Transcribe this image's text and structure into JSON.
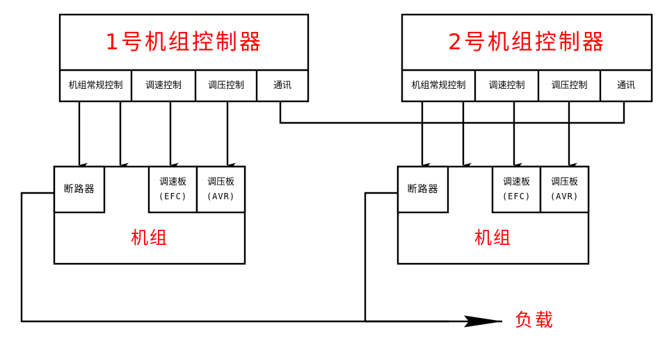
{
  "diagram": {
    "title_text": "",
    "colors": {
      "accent_red": "#ff0000",
      "line_black": "#000000",
      "background": "#ffffff"
    },
    "controllers": [
      {
        "id": "controller-1",
        "title": "1号机组控制器",
        "cells": [
          {
            "label": "机组常规控制"
          },
          {
            "label": "调速控制"
          },
          {
            "label": "调压控制"
          },
          {
            "label": "通讯"
          }
        ]
      },
      {
        "id": "controller-2",
        "title": "2号机组控制器",
        "cells": [
          {
            "label": "机组常规控制"
          },
          {
            "label": "调速控制"
          },
          {
            "label": "调压控制"
          },
          {
            "label": "通讯"
          }
        ]
      }
    ],
    "units": [
      {
        "id": "unit-1",
        "name": "机组",
        "breaker": "断路器",
        "boards": [
          {
            "name": "调速板",
            "code": "(EFC)"
          },
          {
            "name": "调压板",
            "code": "(AVR)"
          }
        ]
      },
      {
        "id": "unit-2",
        "name": "机组",
        "breaker": "断路器",
        "boards": [
          {
            "name": "调速板",
            "code": "(EFC)"
          },
          {
            "name": "调压板",
            "code": "(AVR)"
          }
        ]
      }
    ],
    "load": {
      "label": "负载"
    }
  }
}
